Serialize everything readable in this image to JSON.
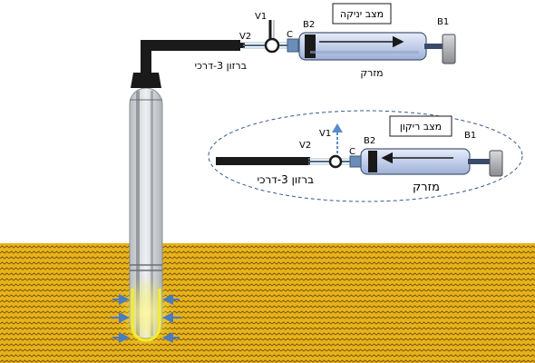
{
  "labels": {
    "mode_top": "מצב יניקה",
    "mode_inset": "מצב ריקון",
    "v1": "V1",
    "v2": "V2",
    "b1": "B1",
    "b2": "B2",
    "c": "C",
    "valve": "ברזון 3-דרכי",
    "syringe": "מזרק"
  },
  "colors": {
    "soil": "#e8b21a",
    "soil_wave": "#7a5a10",
    "tube": "#c8ccd0",
    "pipe": "#1a1a1a",
    "syringe_body": "#c7d3ee",
    "glow": "#f5ec2a",
    "arrow": "#4a7cc0",
    "dashed_arrow": "#5a8bc8"
  }
}
